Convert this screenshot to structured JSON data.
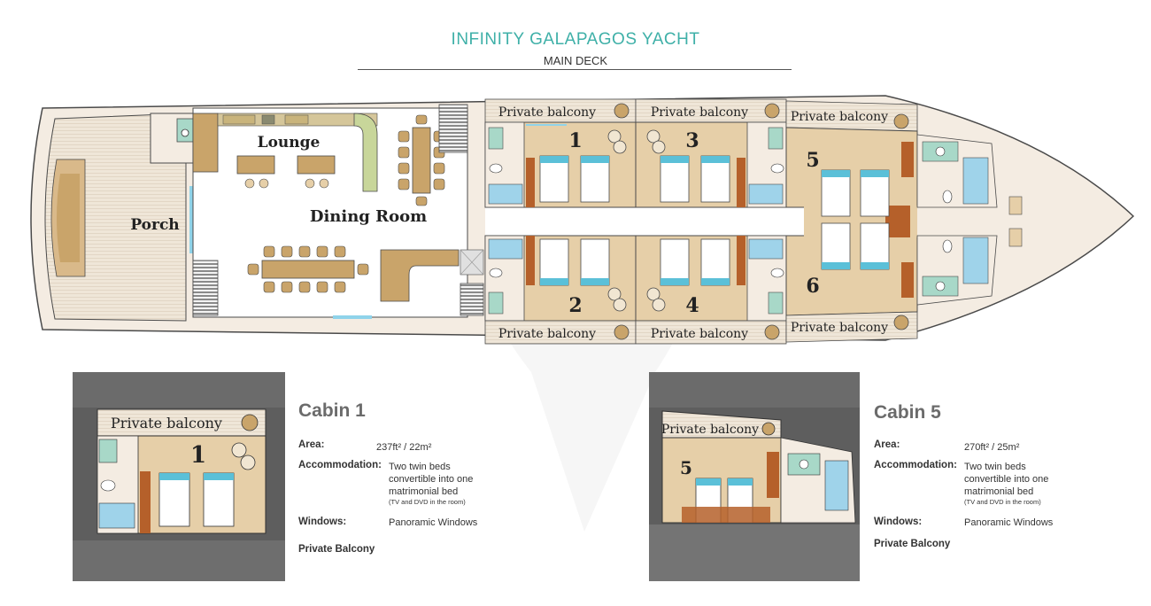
{
  "header": {
    "title": "INFINITY GALAPAGOS YACHT",
    "subtitle": "MAIN DECK",
    "title_color": "#3fb0a8"
  },
  "deck": {
    "rooms": {
      "porch": "Porch",
      "lounge": "Lounge",
      "dining": "Dining Room"
    },
    "balcony_label": "Private balcony",
    "cabin_numbers": [
      "1",
      "2",
      "3",
      "4",
      "5",
      "6"
    ]
  },
  "cabins": [
    {
      "title": "Cabin 1",
      "area_label": "Area:",
      "area_value": "237ft² / 22m²",
      "accommodation_label": "Accommodation:",
      "accommodation_value": "Two twin beds convertible into one matrimonial bed",
      "accommodation_note": "(TV and DVD in the room)",
      "windows_label": "Windows:",
      "windows_value": "Panoramic Windows",
      "extra": "Private Balcony",
      "plan_balcony": "Private balcony",
      "plan_number": "1"
    },
    {
      "title": "Cabin 5",
      "area_label": "Area:",
      "area_value": "270ft² / 25m²",
      "accommodation_label": "Accommodation:",
      "accommodation_value": "Two twin beds convertible into one matrimonial bed",
      "accommodation_note": "(TV and DVD in the room)",
      "windows_label": "Windows:",
      "windows_value": "Panoramic Windows",
      "extra": "Private Balcony",
      "plan_balcony": "Private balcony",
      "plan_number": "5"
    }
  ],
  "colors": {
    "hull": "#f4ece2",
    "cabin_floor": "#e6cfa8",
    "balcony": "#f1e6d2",
    "furniture": "#c9a46a",
    "bed_blue": "#5bc0d8",
    "bath_blue": "#9fd3ea",
    "door_brown": "#b5602a",
    "outline": "#4a4a4a",
    "dark_bg": "#5e5e5e"
  }
}
